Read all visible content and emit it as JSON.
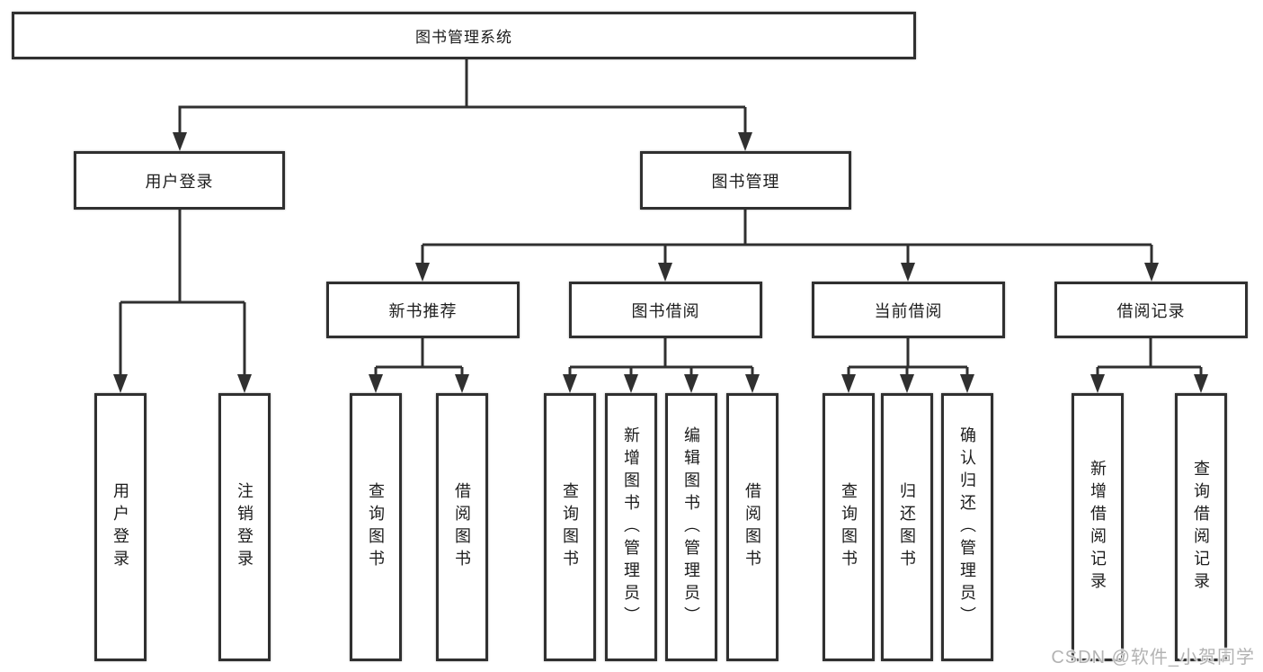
{
  "diagram": {
    "type": "hierarchy-tree",
    "nodes": {
      "root": "图书管理系统",
      "user_login": "用户登录",
      "book_management": "图书管理",
      "new_book_recommend": "新书推荐",
      "book_borrowing": "图书借阅",
      "current_borrowing": "当前借阅",
      "borrowing_records": "借阅记录",
      "leaf_user_login": "用户登录",
      "leaf_logout": "注销登录",
      "nbr_query_books": "查询图书",
      "nbr_borrow_books": "借阅图书",
      "bb_query_books": "查询图书",
      "bb_add_books_admin": "新增图书（管理员）",
      "bb_edit_books_admin": "编辑图书（管理员）",
      "bb_borrow_books": "借阅图书",
      "cb_query_books": "查询图书",
      "cb_return_books": "归还图书",
      "cb_confirm_return_admin": "确认归还（管理员）",
      "br_add_record": "新增借阅记录",
      "br_query_record": "查询借阅记录"
    },
    "edges": [
      [
        "root",
        "user_login"
      ],
      [
        "root",
        "book_management"
      ],
      [
        "user_login",
        "leaf_user_login"
      ],
      [
        "user_login",
        "leaf_logout"
      ],
      [
        "book_management",
        "new_book_recommend"
      ],
      [
        "book_management",
        "book_borrowing"
      ],
      [
        "book_management",
        "current_borrowing"
      ],
      [
        "book_management",
        "borrowing_records"
      ],
      [
        "new_book_recommend",
        "nbr_query_books"
      ],
      [
        "new_book_recommend",
        "nbr_borrow_books"
      ],
      [
        "book_borrowing",
        "bb_query_books"
      ],
      [
        "book_borrowing",
        "bb_add_books_admin"
      ],
      [
        "book_borrowing",
        "bb_edit_books_admin"
      ],
      [
        "book_borrowing",
        "bb_borrow_books"
      ],
      [
        "current_borrowing",
        "cb_query_books"
      ],
      [
        "current_borrowing",
        "cb_return_books"
      ],
      [
        "current_borrowing",
        "cb_confirm_return_admin"
      ],
      [
        "borrowing_records",
        "br_add_record"
      ],
      [
        "borrowing_records",
        "br_query_record"
      ]
    ],
    "colors": {
      "line": "#303030",
      "border": "#303030",
      "text": "#1c1c1c",
      "background": "#ffffff",
      "watermark": "#b3b3b3"
    }
  },
  "watermark": "CSDN @软件_小贺同学"
}
